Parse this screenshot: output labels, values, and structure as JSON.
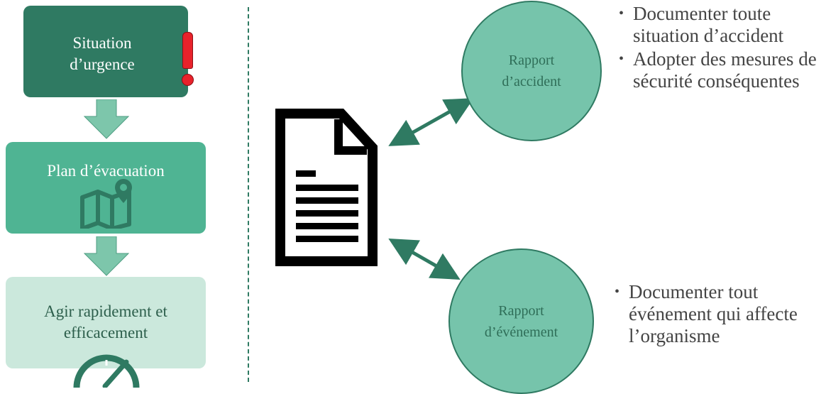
{
  "flow": {
    "steps": [
      {
        "label": "Situation d’urgence"
      },
      {
        "label": "Plan d’évacuation"
      },
      {
        "label": "Agir rapidement et efficacement"
      }
    ]
  },
  "reports": {
    "accident": {
      "label": "Rapport d’accident"
    },
    "event": {
      "label": "Rapport d’événement"
    }
  },
  "accident_bullets": [
    "Documenter toute situation d’accident",
    "Adopter des mesures de sécurité conséquentes"
  ],
  "event_bullets": [
    "Documenter tout événement qui affecte l’organisme"
  ],
  "icons": [
    "exclamation-icon",
    "map-icon",
    "speedometer-icon",
    "document-icon"
  ],
  "colors": {
    "dark_green": "#2f7a62",
    "mid_green": "#4fb493",
    "light_green": "#cbe8dc",
    "circle_fill": "#76c4ab",
    "alert_red": "#e8222b"
  }
}
